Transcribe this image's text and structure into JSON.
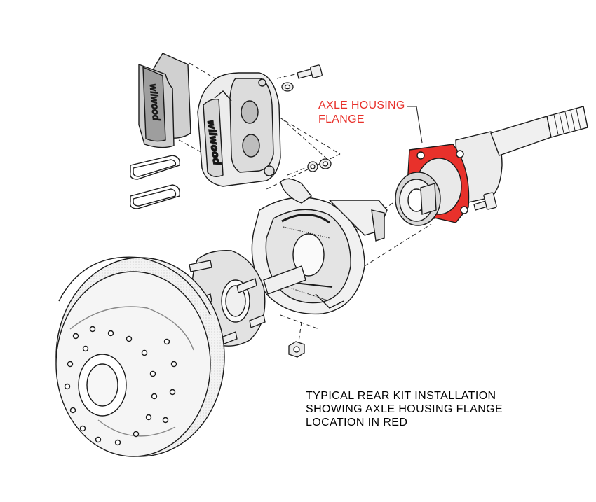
{
  "callout": {
    "lines": [
      "AXLE HOUSING",
      "FLANGE"
    ],
    "color": "#e8312b"
  },
  "caption": {
    "lines": [
      "TYPICAL REAR KIT INSTALLATION",
      "SHOWING AXLE HOUSING FLANGE",
      "LOCATION IN RED"
    ]
  },
  "logo_text": "wilwood",
  "colors": {
    "highlight": "#e8312b",
    "line": "#1a1a1a",
    "part_fill": "#f2f2f2",
    "shade": "#c8c8c8"
  }
}
